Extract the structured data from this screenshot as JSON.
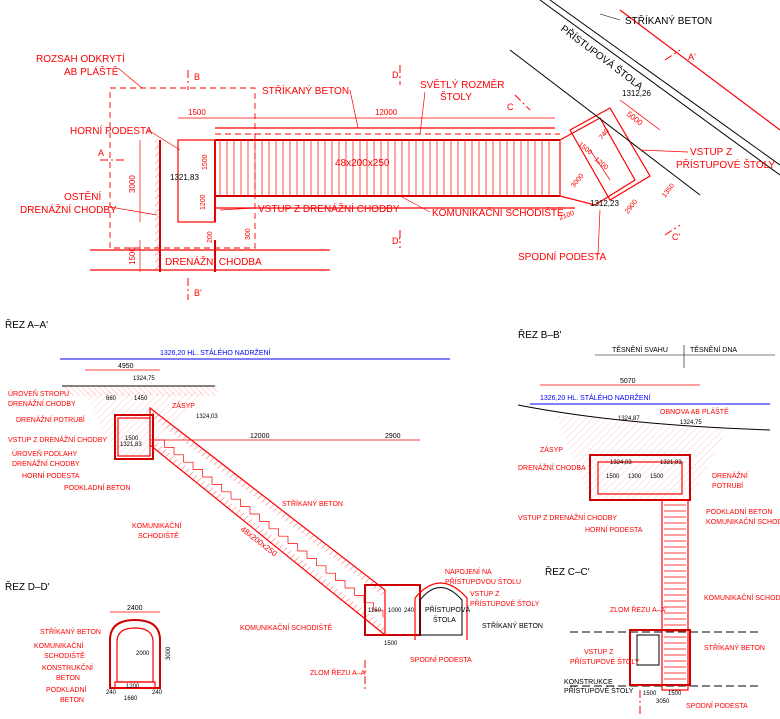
{
  "plan": {
    "labels": {
      "rozsah": [
        "ROZSAH ODKRYTÍ",
        "AB PLÁŠTĚ"
      ],
      "strikany_beton_top": "STŘÍKANÝ BETON",
      "strikany_beton_mid": "STŘÍKANÝ BETON",
      "svetly_rozmer": [
        "SVĚTLÝ ROZMĚR",
        "ŠTOLY"
      ],
      "pristupova_stola": "PŘÍSTUPOVÁ ŠTOLA",
      "horni_podesta": "HORNÍ PODESTA",
      "osteni": [
        "OSTĚNÍ",
        "DRENÁŽNÍ CHODBY"
      ],
      "vstup_drenazni": "VSTUP Z DRENÁŽNÍ CHODBY",
      "komunikacni_schodiste": "KOMUNIKAČNÍ SCHODIŠTĚ",
      "drenazni_chodba": "DRENÁŽNÍ CHODBA",
      "vstup_pristupove": [
        "VSTUP Z",
        "PŘÍSTUPOVÉ ŠTOLY"
      ],
      "spodni_podesta": "SPODNÍ PODESTA"
    },
    "dims": {
      "d1500": "1500",
      "d12000": "12000",
      "d3000": "3000",
      "d1500v": "1500",
      "d1500b": "1500",
      "d200": "200",
      "d300": "300",
      "d1200": "1200",
      "d5000": "5000",
      "d1350": "1350",
      "d2900": "2900",
      "d2100": "2100",
      "d1500r": "1500",
      "d1200r": "1200",
      "d3000r": "3000",
      "d740": "740"
    },
    "levels": {
      "l1": "1321,83",
      "l2": "1312,26",
      "l3": "1312,23"
    },
    "stair": "48x200x250",
    "section_marks": {
      "a": "A",
      "a2": "A'",
      "b": "B",
      "b2": "B'",
      "c": "C",
      "c2": "C'",
      "d": "D",
      "d2": "D'"
    }
  },
  "section_aa": {
    "title": "ŘEZ A–A'",
    "water_level": "1326,20  HL. STÁLÉHO NADRŽENÍ",
    "dims": {
      "d4950": "4950",
      "d12000": "12000",
      "d2900": "2900",
      "d660": "660",
      "d1450": "1450",
      "d1500": "1500",
      "d1160": "1160",
      "d1000": "1000",
      "d240": "240",
      "d1500b": "1500"
    },
    "levels": {
      "l1": "1324,75",
      "l2": "1324,03",
      "l3": "1321,83"
    },
    "stair": "48x200x250",
    "labels": {
      "uroven_stropu": [
        "ÚROVEŇ STROPU",
        "DRENÁŽNÍ CHODBY"
      ],
      "drenazni_potrubi": "DRENÁŽNÍ POTRUBÍ",
      "vstup_drenazni": "VSTUP Z DRENÁŽNÍ CHODBY",
      "uroven_podlahy": [
        "ÚROVEŇ PODLAHY",
        "DRENÁŽNÍ CHODBY"
      ],
      "horni_podesta": "HORNÍ PODESTA",
      "podkladni_beton": "PODKLADNÍ BETON",
      "komunikacni_schodiste": [
        "KOMUNIKAČNÍ",
        "SCHODIŠTĚ"
      ],
      "zasyp": "ZÁSYP",
      "strikany_beton": "STŘÍKANÝ BETON",
      "napojeni": [
        "NAPOJENÍ NA",
        "PŘÍSTUPOVOU ŠTOLU"
      ],
      "vstup_pristupove": [
        "VSTUP Z",
        "PŘÍSTUPOVÉ ŠTOLY"
      ],
      "pristupova_stola": [
        "PŘÍSTUPOVÁ",
        "ŠTOLA"
      ],
      "strikany_beton_2": "STŘÍKANÝ BETON",
      "komunikacni_schodiste_2": "KOMUNIKAČNÍ SCHODIŠTĚ",
      "spodni_podesta": "SPODNÍ PODESTA",
      "zlom_rezu": "ZLOM ŘEZU A–A'"
    }
  },
  "section_bb": {
    "title": "ŘEZ B–B'",
    "tesneni_svahu": "TĚSNĚNÍ SVAHU",
    "tesneni_dna": "TĚSNĚNÍ DNA",
    "water_level": "1326,20  HL. STÁLÉHO NADRŽENÍ",
    "dims": {
      "d5070": "5070",
      "d1500a": "1500",
      "d1300": "1300",
      "d1500b": "1500"
    },
    "levels": {
      "l1": "1324,87",
      "l2": "1324,75",
      "l3": "1324,03",
      "l4": "1321,83"
    },
    "labels": {
      "obnova": "OBNOVA AB PLÁŠTĚ",
      "zasyp": "ZÁSYP",
      "drenazni_chodba": "DRENÁŽNÍ CHODBA",
      "drenazni_potrubi": [
        "DRENÁŽNÍ",
        "POTRUBÍ"
      ],
      "vstup_drenazni": "VSTUP Z DRENÁŽNÍ CHODBY",
      "horni_podesta": "HORNÍ PODESTA",
      "podkladni_beton": "PODKLADNÍ BETON",
      "komunikacni_schodiste": "KOMUNIKAČNÍ SCHODIŠTĚ"
    }
  },
  "section_cc": {
    "title": "ŘEZ C–C'",
    "dims": {
      "d1500a": "1500",
      "d1500b": "1500",
      "d3050": "3050"
    },
    "labels": {
      "komunikacni_schodiste": "KOMUNIKAČNÍ SCHODIŠTĚ",
      "zlom_rezu": "ZLOM ŘEZU A–A'",
      "vstup_pristupove": [
        "VSTUP Z",
        "PŘÍSTUPOVÉ ŠTOLY"
      ],
      "strikany_beton": "STŘÍKANÝ BETON",
      "konstrukce": [
        "KONSTRUKCE",
        "PŘÍSTUPOVÉ ŠTOLY"
      ],
      "spodni_podesta": "SPODNÍ PODESTA"
    }
  },
  "section_dd": {
    "title": "ŘEZ D–D'",
    "dims": {
      "d2400": "2400",
      "d2000": "2000",
      "d3000": "3000",
      "d1200": "1200",
      "d1680": "1680",
      "d240a": "240",
      "d240b": "240"
    },
    "labels": {
      "strikany_beton": "STŘÍKANÝ BETON",
      "komunikacni_schodiste": [
        "KOMUNIKAČNÍ",
        "SCHODIŠTĚ"
      ],
      "konstrukcni_beton": [
        "KONSTRUKČNÍ",
        "BETON"
      ],
      "podkladni_beton": [
        "PODKLADNÍ",
        "BETON"
      ]
    }
  }
}
